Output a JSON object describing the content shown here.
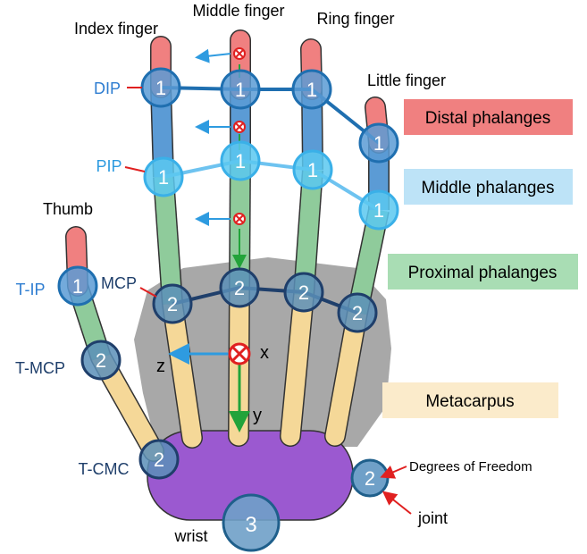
{
  "fingers": {
    "index": "Index finger",
    "middle": "Middle finger",
    "ring": "Ring finger",
    "little": "Little finger",
    "thumb": "Thumb"
  },
  "joints": {
    "dip": "DIP",
    "pip": "PIP",
    "mcp": "MCP",
    "t_ip": "T-IP",
    "t_mcp": "T-MCP",
    "t_cmc": "T-CMC",
    "wrist": "wrist"
  },
  "dof": {
    "dip_index": "1",
    "dip_middle": "1",
    "dip_ring": "1",
    "dip_little": "1",
    "pip_index": "1",
    "pip_middle": "1",
    "pip_ring": "1",
    "pip_little": "1",
    "mcp_index": "2",
    "mcp_middle": "2",
    "mcp_ring": "2",
    "mcp_little": "2",
    "t_ip": "1",
    "t_mcp": "2",
    "t_cmc": "2",
    "wrist": "3",
    "legend": "2"
  },
  "axes": {
    "x": "x",
    "y": "y",
    "z": "z"
  },
  "legend": {
    "distal": "Distal phalanges",
    "middle": "Middle phalanges",
    "proximal": "Proximal phalanges",
    "metacarpus": "Metacarpus",
    "dof_label": "Degrees of Freedom",
    "joint_label": "joint"
  },
  "colors": {
    "distal": "#F08080",
    "middle": "#5B9BD5",
    "proximal": "#8FCB9B",
    "metacarpus": "#F5D898",
    "palm": "#9B59D0",
    "joint_fill": "#5B9BD5",
    "joint_stroke": "#1F5F8B",
    "axis_z": "#2E9BE0",
    "axis_y": "#22A33A",
    "axis_x": "#E02020"
  }
}
